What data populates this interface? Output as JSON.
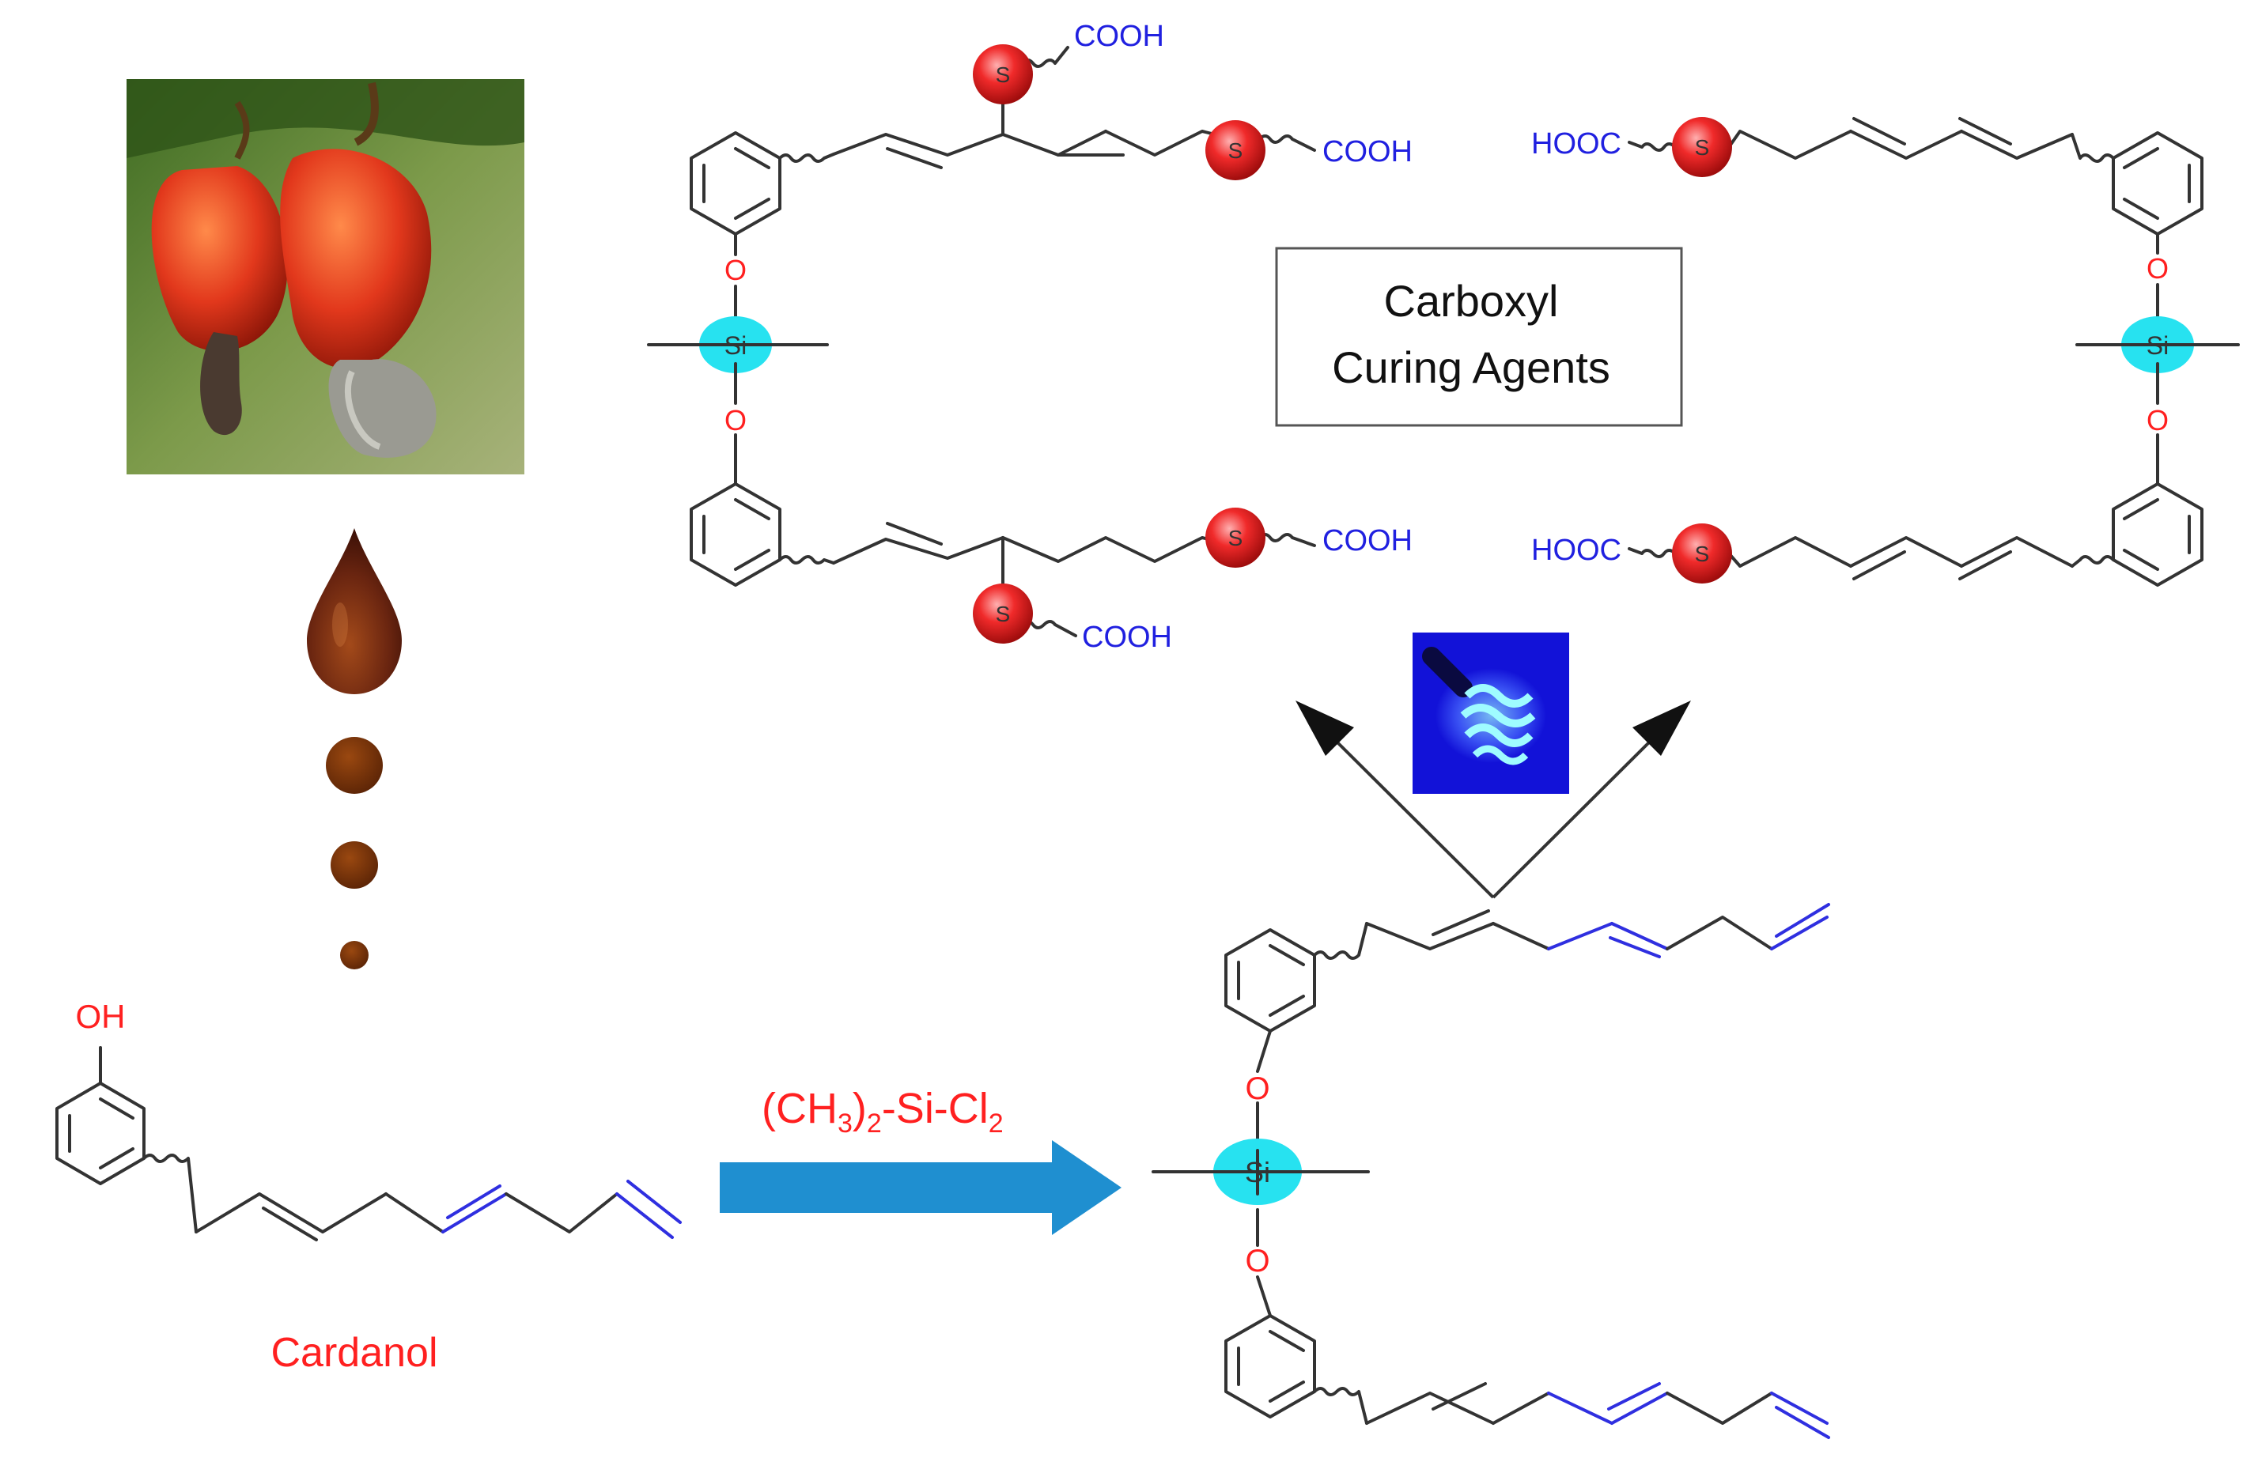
{
  "labels": {
    "cooh": "COOH",
    "hooc": "HOOC",
    "s": "S",
    "o": "O",
    "si": "Si",
    "oh": "OH",
    "box_line1": "Carboxyl",
    "box_line2": "Curing Agents",
    "reagent_main": "(CH",
    "reagent_sub1": "3",
    "reagent_mid": ")",
    "reagent_sub2": "2",
    "reagent_tail": "-Si-Cl",
    "reagent_sub3": "2",
    "cardanol": "Cardanol"
  },
  "colors": {
    "red_label": "#ff2020",
    "blue_label": "#2020e0",
    "s_ball": "#e8262a",
    "si_ball": "#27e2f0",
    "arrow_blue": "#1f8fd0",
    "drop_dark": "#5a1e0c",
    "uv_bg": "#1212d8"
  },
  "icons": [
    "cashew-photo",
    "oil-drop-icon",
    "uv-lamp-photo",
    "reaction-arrow-icon"
  ]
}
